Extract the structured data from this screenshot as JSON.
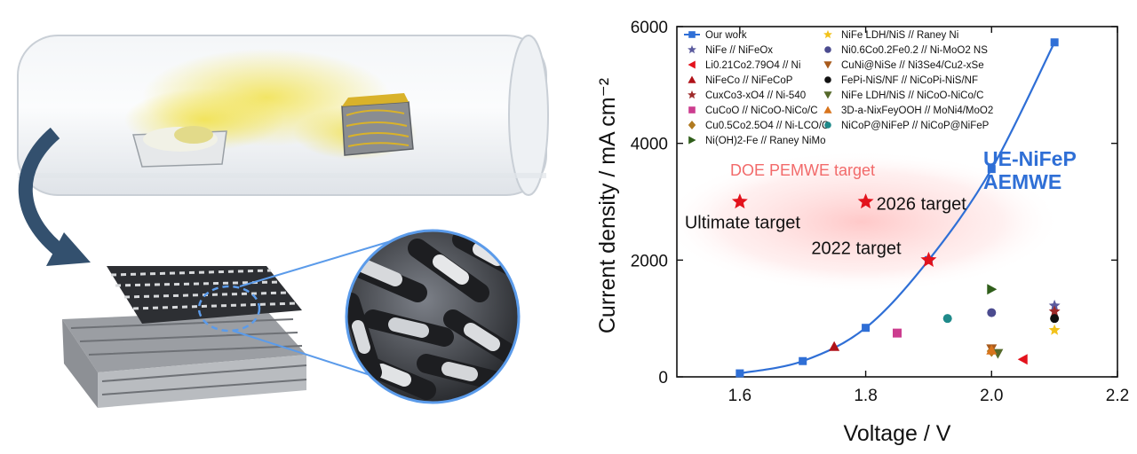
{
  "colors": {
    "series_line": "#2f6fd6",
    "target_marker": "#e3121c",
    "target_glow": "#ff9c9c",
    "doe_label": "#f26a6a",
    "highlight_label": "#2f6fd6",
    "arrow": "#33506e",
    "zoom_ring": "#5b9bea"
  },
  "illustration": {
    "icons": [
      "tube-furnace-illustration",
      "precursor-boat-icon",
      "nickel-foam-sample-icon",
      "curved-arrow-icon",
      "porous-electrode-icon",
      "magnified-nanowire-icon"
    ]
  },
  "chart_data": {
    "type": "scatter",
    "xlabel": "Voltage /  V",
    "ylabel": "Current density / mA cm⁻²",
    "xlim": [
      1.5,
      2.2
    ],
    "ylim": [
      0,
      6000
    ],
    "xticks": [
      "1.6",
      "1.8",
      "2.0",
      "2.2"
    ],
    "yticks": [
      "0",
      "2000",
      "4000",
      "6000"
    ],
    "grid": false,
    "legend_position": "top",
    "series": [
      {
        "name": "Our work",
        "marker": "square",
        "color": "#2f6fd6",
        "line": true,
        "x": [
          1.6,
          1.7,
          1.8,
          1.9,
          2.0,
          2.1
        ],
        "y": [
          60,
          270,
          840,
          2000,
          3560,
          5730
        ]
      },
      {
        "name": "NiFe // NiFeOx",
        "marker": "star",
        "color": "#5b5b9e",
        "x": [
          2.1
        ],
        "y": [
          1220
        ]
      },
      {
        "name": "Li0.21Co2.79O4 // Ni",
        "marker": "triangle-left",
        "color": "#e3121c",
        "x": [
          2.05
        ],
        "y": [
          300
        ]
      },
      {
        "name": "NiFeCo // NiFeCoP",
        "marker": "triangle-up",
        "color": "#b01218",
        "x": [
          1.75
        ],
        "y": [
          520
        ]
      },
      {
        "name": "CuxCo3-xO4 // Ni-540",
        "marker": "star",
        "color": "#9e2a2a",
        "x": [
          2.1
        ],
        "y": [
          1120
        ]
      },
      {
        "name": "CuCoO // NiCoO-NiCo/C",
        "marker": "square",
        "color": "#cc3d8f",
        "x": [
          1.85
        ],
        "y": [
          750
        ]
      },
      {
        "name": "Cu0.5Co2.5O4 // Ni-LCO/C",
        "marker": "diamond",
        "color": "#b07a20",
        "x": [
          2.0
        ],
        "y": [
          440
        ]
      },
      {
        "name": "Ni(OH)2-Fe // Raney NiMo",
        "marker": "triangle-right",
        "color": "#2f5e1a",
        "x": [
          2.0
        ],
        "y": [
          1500
        ]
      },
      {
        "name": "NiFe LDH/NiS // Raney Ni",
        "marker": "star",
        "color": "#f2c21b",
        "x": [
          2.1
        ],
        "y": [
          800
        ]
      },
      {
        "name": "Ni0.6Co0.2Fe0.2 // Ni-MoO2 NS",
        "marker": "circle",
        "color": "#4b4b8f",
        "x": [
          2.0
        ],
        "y": [
          1100
        ]
      },
      {
        "name": "CuNi@NiSe // Ni3Se4/Cu2-xSe",
        "marker": "triangle-down",
        "color": "#a85a1c",
        "x": [
          2.0
        ],
        "y": [
          480
        ]
      },
      {
        "name": "FePi-NiS/NF // NiCoPi-NiS/NF",
        "marker": "circle",
        "color": "#111111",
        "x": [
          2.1
        ],
        "y": [
          1000
        ]
      },
      {
        "name": "NiFe LDH/NiS // NiCoO-NiCo/C",
        "marker": "triangle-down",
        "color": "#55692a",
        "x": [
          2.01
        ],
        "y": [
          400
        ]
      },
      {
        "name": "3D-a-NixFeyOOH // MoNi4/MoO2",
        "marker": "triangle-up",
        "color": "#d8741c",
        "x": [
          2.0
        ],
        "y": [
          460
        ]
      },
      {
        "name": "NiCoP@NiFeP // NiCoP@NiFeP",
        "marker": "circle",
        "color": "#1f8a8a",
        "x": [
          1.93
        ],
        "y": [
          1000
        ]
      }
    ],
    "targets": [
      {
        "label": "Ultimate target",
        "x": 1.6,
        "y": 3000
      },
      {
        "label": "2026 target",
        "x": 1.8,
        "y": 3000
      },
      {
        "label": "2022 target",
        "x": 1.9,
        "y": 2000
      }
    ],
    "annotations": {
      "doe_label": "DOE PEMWE target",
      "highlight_line1": "UE-NiFeP",
      "highlight_line2": "AEMWE"
    }
  }
}
